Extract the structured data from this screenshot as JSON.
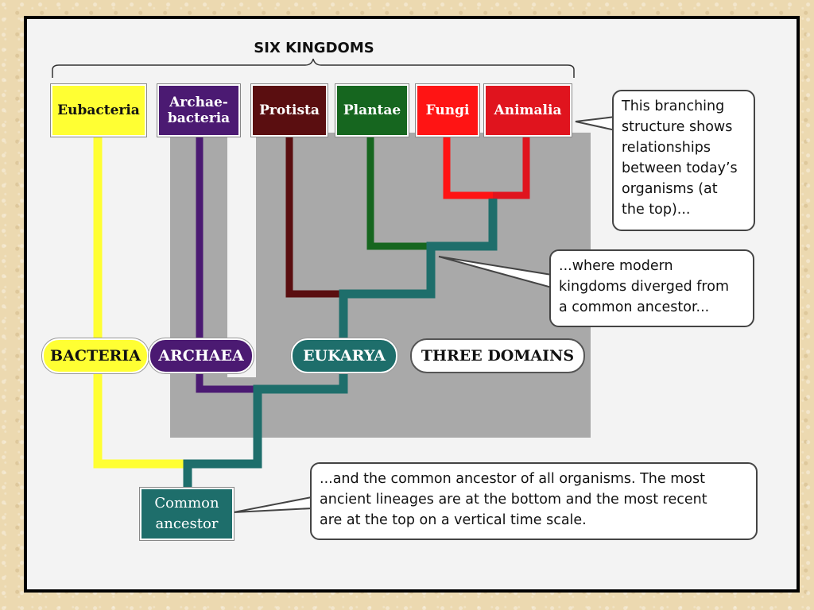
{
  "title": "SIX KINGDOMS",
  "kingdoms": [
    {
      "id": "eubacteria",
      "label": "Eubacteria",
      "bg": "#ffff33",
      "fg": "#111111"
    },
    {
      "id": "archaebacteria",
      "label": "Archae-\nbacteria",
      "bg": "#4b1a72",
      "fg": "#ffffff"
    },
    {
      "id": "protista",
      "label": "Protista",
      "bg": "#5a0e10",
      "fg": "#ffffff"
    },
    {
      "id": "plantae",
      "label": "Plantae",
      "bg": "#16661f",
      "fg": "#ffffff"
    },
    {
      "id": "fungi",
      "label": "Fungi",
      "bg": "#ff1414",
      "fg": "#ffffff"
    },
    {
      "id": "animalia",
      "label": "Animalia",
      "bg": "#e0141e",
      "fg": "#ffffff"
    }
  ],
  "domains": {
    "bacteria": {
      "label": "BACTERIA",
      "bg": "#ffff33",
      "fg": "#111111"
    },
    "archaea": {
      "label": "ARCHAEA",
      "bg": "#4b1a72",
      "fg": "#ffffff"
    },
    "eukarya": {
      "label": "EUKARYA",
      "bg": "#1e6e6b",
      "fg": "#ffffff"
    },
    "three_domains": {
      "label": "THREE DOMAINS",
      "bg": "#ffffff",
      "fg": "#111111"
    }
  },
  "ancestor": {
    "label": "Common\nancestor"
  },
  "callouts": {
    "branching": "This branching\nstructure shows\nrelationships\nbetween today’s\norganisms (at\nthe top)...",
    "diverged": "...where modern\nkingdoms diverged from\na common ancestor...",
    "ancestor": "...and the common ancestor of all organisms. The most\nancient lineages are at the bottom and the most recent\nare at the top on a vertical time scale."
  },
  "colors": {
    "teal": "#1e6e6b",
    "gray_region": "#a9a9a9",
    "yellow": "#ffff33",
    "purple": "#4b1a72",
    "maroon": "#5a0e10",
    "green": "#16661f",
    "red": "#ff1414",
    "red_dark": "#e0141e"
  }
}
